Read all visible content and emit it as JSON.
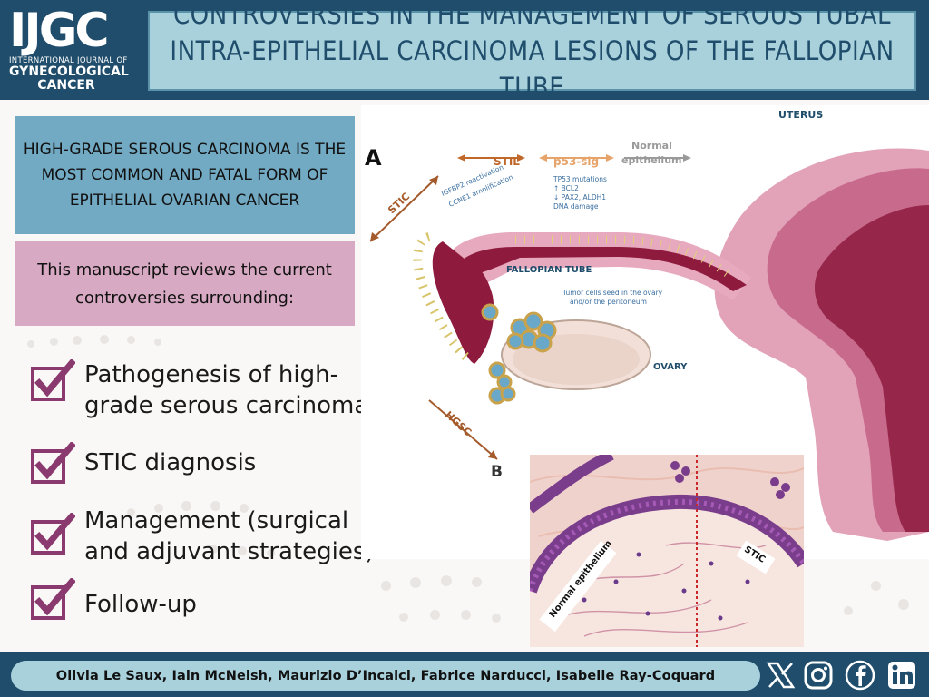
{
  "logo": {
    "name": "IJGC",
    "line1": "INTERNATIONAL JOURNAL OF",
    "line2": "GYNECOLOGICAL",
    "line3": "CANCER"
  },
  "title": "CONTROVERSIES IN THE MANAGEMENT OF SEROUS TUBAL INTRA-EPITHELIAL CARCINOMA LESIONS OF THE FALLOPIAN TUBE",
  "intro_box": "HIGH-GRADE SEROUS CARCINOMA IS THE MOST COMMON AND FATAL FORM OF EPITHELIAL OVARIAN CANCER",
  "review_box": "This manuscript reviews the current controversies surrounding:",
  "checklist": [
    {
      "label": "Pathogenesis of high-grade serous carcinoma"
    },
    {
      "label": "STIC diagnosis"
    },
    {
      "label": "Management (surgical and adjuvant strategies)"
    },
    {
      "label": "Follow-up"
    }
  ],
  "figure_a": {
    "panel_label": "A",
    "uterus": "UTERUS",
    "stil": "STIL",
    "p53": "p53-sig",
    "normal_line1": "Normal",
    "normal_line2": "epithelium",
    "stic_arrow": "STIC",
    "stic_note1": "IGFBP2 reactivation",
    "stic_note2": "CCNE1 amplification",
    "p53_note1": "TP53 mutations",
    "p53_note2": "↑ BCL2",
    "p53_note3": "↓ PAX2, ALDH1",
    "p53_note4": "DNA damage",
    "fallopian": "FALLOPIAN TUBE",
    "seed_note1": "Tumor cells seed in the ovary",
    "seed_note2": "and/or the peritoneum",
    "ovary": "OVARY",
    "hgsc": "HGSC"
  },
  "figure_b": {
    "panel_label": "B",
    "normal_label": "Normal epithelium",
    "stic_label": "STIC"
  },
  "authors": "Olivia Le Saux, Iain McNeish, Maurizio D’Incalci, Fabrice Narducci, Isabelle Ray-Coquard",
  "social": [
    "x-icon",
    "instagram-icon",
    "facebook-icon",
    "linkedin-icon"
  ],
  "colors": {
    "navy": "#1f4d6b",
    "light_blue": "#a8d1dc",
    "mid_blue": "#72aac4",
    "pink": "#d7a9c2",
    "check_purple": "#8a3a6e",
    "tube_dark": "#8e1b3e"
  }
}
